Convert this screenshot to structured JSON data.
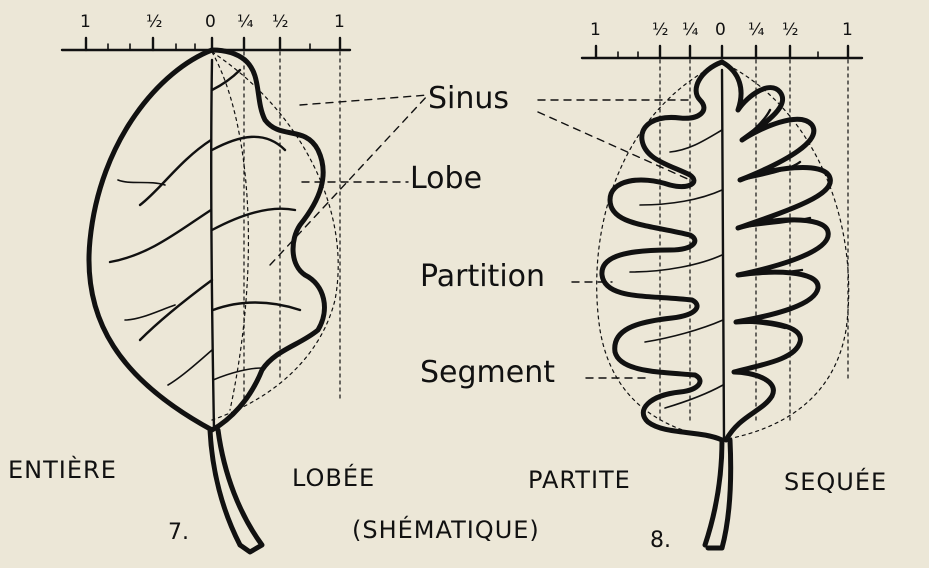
{
  "scale_left": {
    "ticks": [
      "1",
      "½",
      "0",
      "¼",
      "½",
      "1"
    ]
  },
  "scale_right": {
    "ticks": [
      "1",
      "½",
      "¼",
      "0",
      "¼",
      "½",
      "1"
    ]
  },
  "callouts": {
    "sinus": "Sinus",
    "lobe": "Lobe",
    "partition": "Partition",
    "segment": "Segment"
  },
  "captions": {
    "entiere": "ENTIÈRE",
    "lobee": "LOBÉE",
    "partite": "PARTITE",
    "sequee": "SEQUÉE",
    "schematique": "(SHÉMATIQUE)"
  },
  "figure_numbers": {
    "fig7": "7.",
    "fig8": "8."
  },
  "colors": {
    "paper": "#ece7d7",
    "ink": "#111111"
  }
}
